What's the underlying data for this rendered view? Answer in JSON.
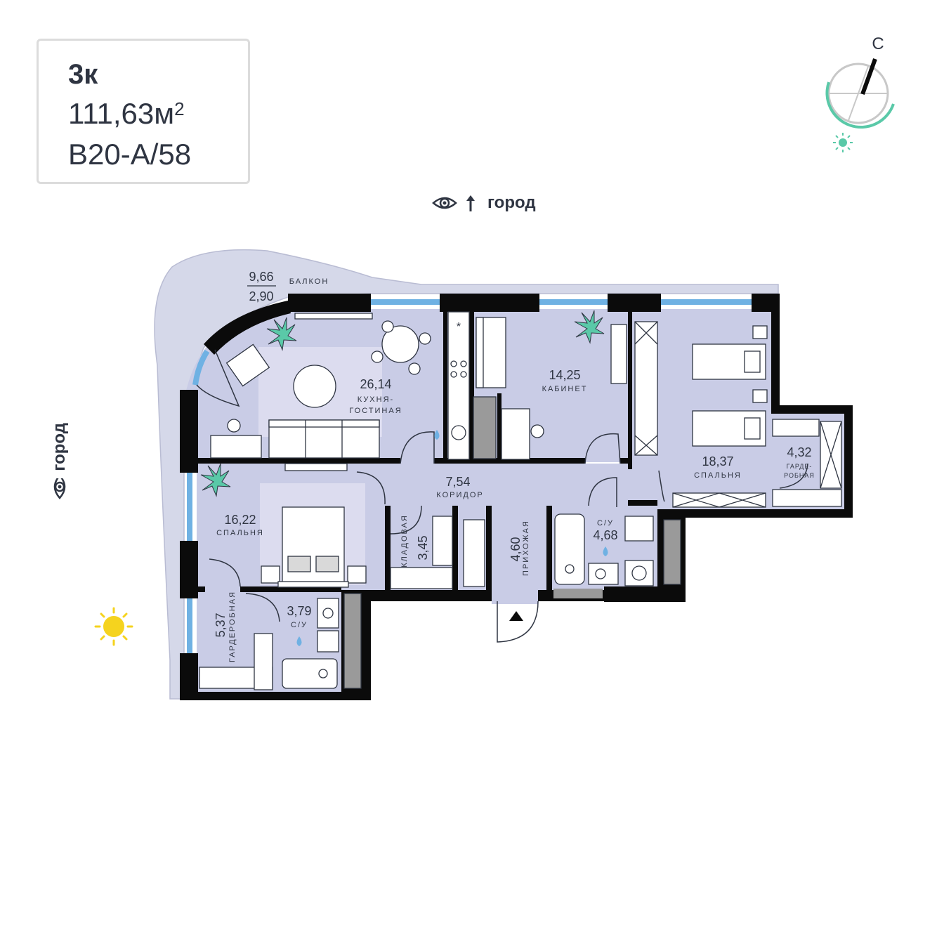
{
  "apartment": {
    "type": "3к",
    "area_value": "111,63м",
    "area_unit_sup": "2",
    "code": "В20-А/58"
  },
  "compass": {
    "north_label": "С"
  },
  "views": {
    "top": "город",
    "left": "город"
  },
  "rooms": {
    "balcony": {
      "area_total": "9,66",
      "area_counted": "2,90",
      "name": "БАЛКОН"
    },
    "kitchen_living": {
      "area": "26,14",
      "name_line1": "КУХНЯ-",
      "name_line2": "ГОСТИНАЯ"
    },
    "study": {
      "area": "14,25",
      "name": "КАБИНЕТ"
    },
    "bedroom_right": {
      "area": "18,37",
      "name": "СПАЛЬНЯ"
    },
    "wardrobe_right": {
      "area": "4,32",
      "name_line1": "ГАРДЕ-",
      "name_line2": "РОБНАЯ"
    },
    "corridor": {
      "area": "7,54",
      "name": "КОРИДОР"
    },
    "bedroom_left": {
      "area": "16,22",
      "name": "СПАЛЬНЯ"
    },
    "pantry": {
      "area": "3,45",
      "name": "КЛАДОВАЯ"
    },
    "hallway": {
      "area": "4,60",
      "name": "ПРИХОЖАЯ"
    },
    "bathroom_right": {
      "area": "4,68",
      "name": "С/У"
    },
    "wardrobe_left": {
      "area": "5,37",
      "name": "ГАРДЕРОБНАЯ"
    },
    "bathroom_left": {
      "area": "3,79",
      "name": "С/У"
    }
  },
  "colors": {
    "room_fill": "#c9cce6",
    "balcony_fill": "#d5d8e9",
    "wall": "#0b0b0b",
    "window": "#6fb1e3",
    "accent_green": "#5ac9a8",
    "sun": "#f5d31e",
    "text": "#2f3542"
  }
}
